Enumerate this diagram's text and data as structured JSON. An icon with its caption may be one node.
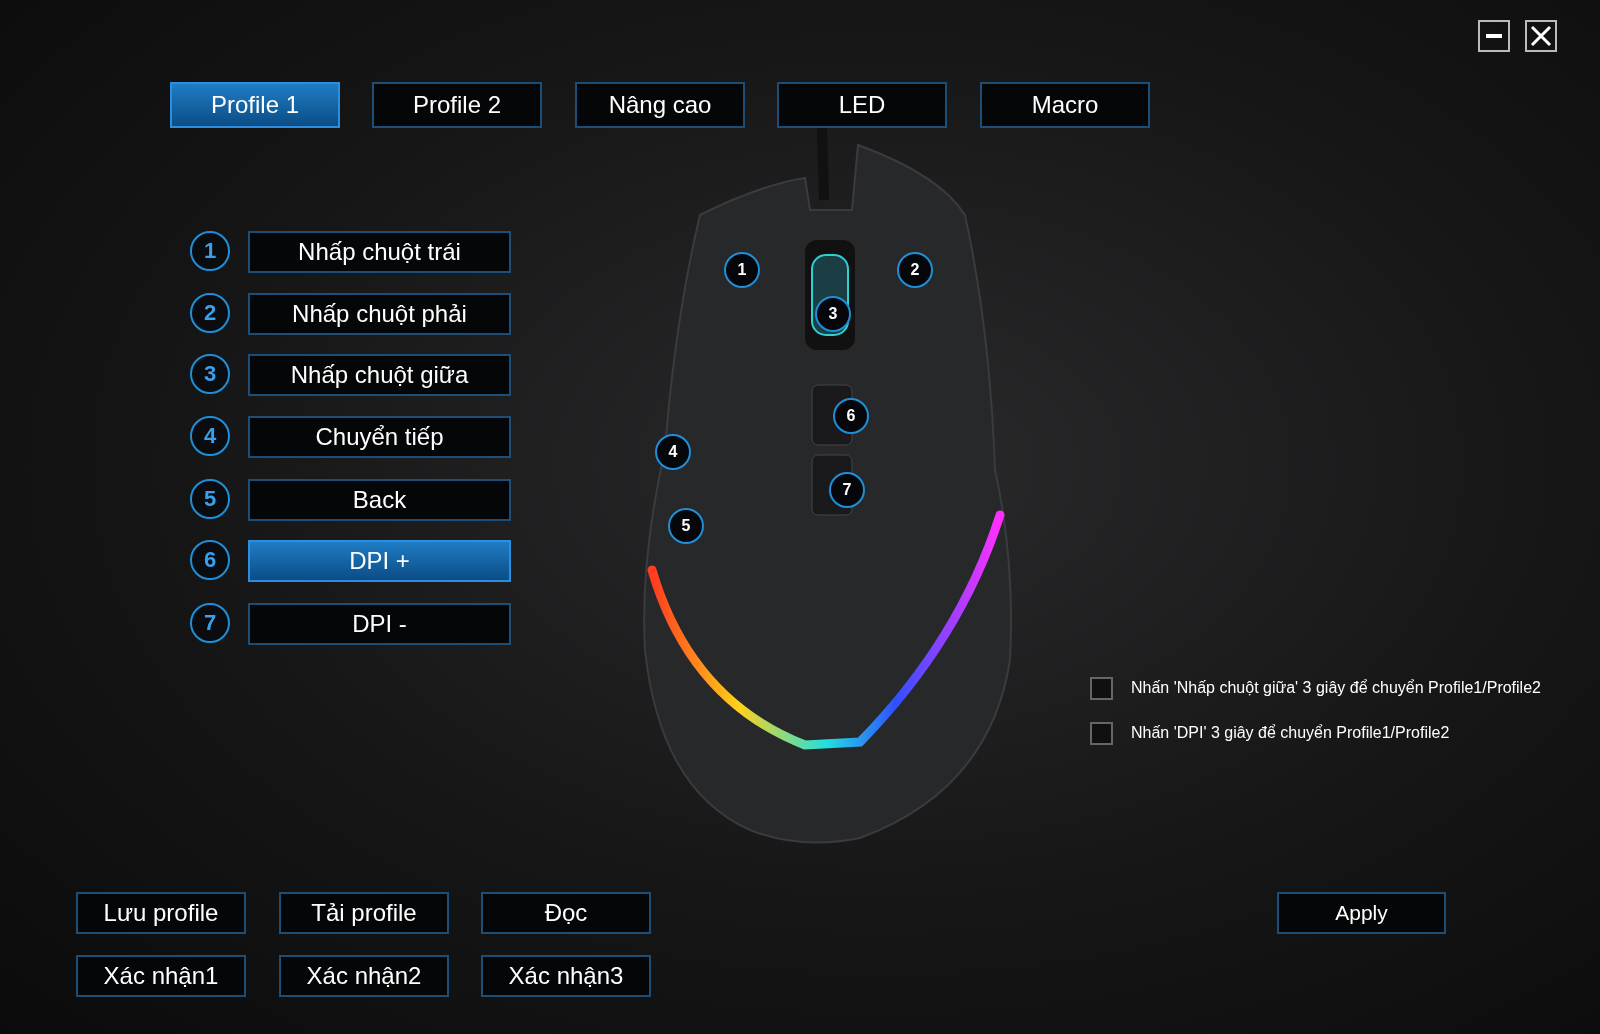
{
  "diagram": {
    "labels": [
      "Profile 1",
      "Profile 2",
      "Nâng cao",
      "LED",
      "Macro",
      "1",
      "Nhấp chuột trái",
      "2",
      "Nhấp chuột phải",
      "3",
      "Nhấp chuột giữa",
      "4",
      "Chuyển tiếp",
      "5",
      "Back",
      "6",
      "DPI +",
      "7",
      "DPI -",
      "1",
      "2",
      "3",
      "6",
      "4",
      "7",
      "5",
      "Nhấn 'Nhấp chuột giữa' 3 giây để chuyển Profile1/Profile2",
      "Nhấn 'DPI' 3 giây để chuyển Profile1/Profile2",
      "Lưu profile",
      "Tải profile",
      "Đọc",
      "Xác nhận1",
      "Xác nhận2",
      "Xác nhận3",
      "Apply"
    ]
  }
}
